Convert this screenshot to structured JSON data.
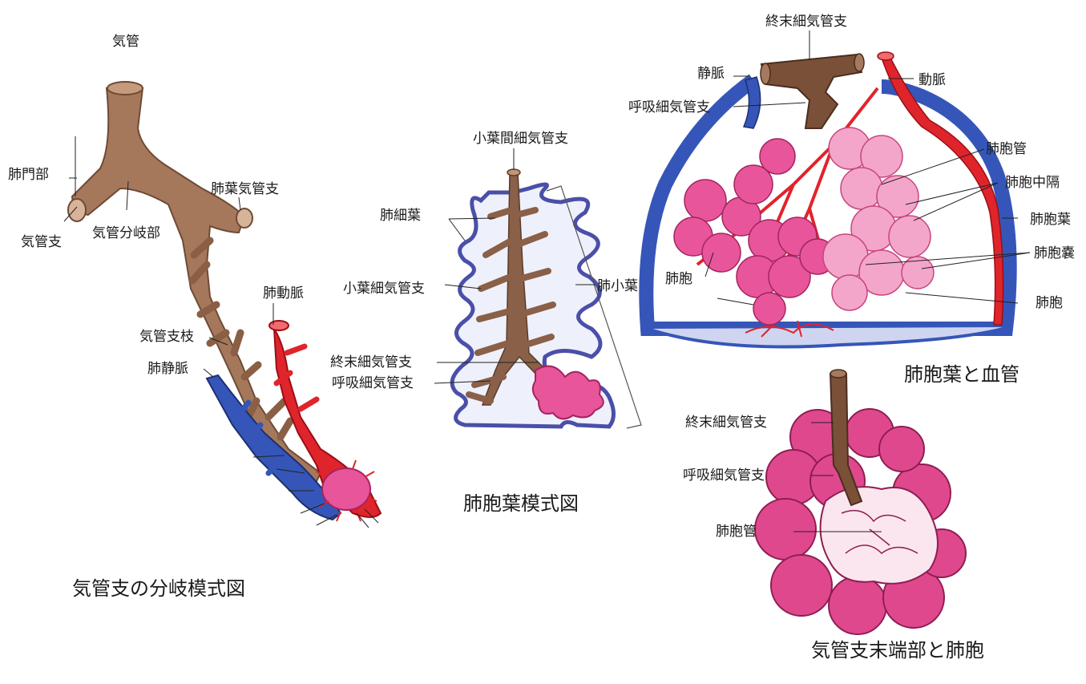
{
  "colors": {
    "bronchus": "#a5785c",
    "bronchus_dark": "#6e4a35",
    "vein": "#3556b8",
    "artery": "#e0242c",
    "alveolus": "#e8559a",
    "alveolus_light": "#f3a6c9",
    "lobule_outline": "#4a4fa8"
  },
  "figure1": {
    "caption": "気管支の分岐模式図",
    "labels": {
      "trachea": "気管",
      "hilum": "肺門部",
      "bronchus": "気管支",
      "bifurcation": "気管分岐部",
      "lobar_bronchus": "肺葉気管支",
      "pulmonary_artery": "肺動脈",
      "bronchial_branch": "気管支枝",
      "pulmonary_vein": "肺静脈"
    }
  },
  "figure2": {
    "caption": "肺胞葉模式図",
    "labels": {
      "interlobular_bronchiole": "小葉間細気管支",
      "pulmonary_lobule_small": "肺細葉",
      "lobular_bronchiole": "小葉細気管支",
      "lung_lobule": "肺小葉",
      "terminal_bronchiole": "終末細気管支",
      "respiratory_bronchiole": "呼吸細気管支"
    }
  },
  "figure3": {
    "caption": "肺胞葉と血管",
    "labels": {
      "terminal_bronchiole": "終末細気管支",
      "vein": "静脈",
      "artery": "動脈",
      "respiratory_bronchiole": "呼吸細気管支",
      "alveolar_duct": "肺胞管",
      "alveolar_septum": "肺胞中隔",
      "alveolar_lobule": "肺胞葉",
      "alveolar_sac": "肺胞嚢",
      "alveolus_left": "肺胞",
      "alveolus_right": "肺胞"
    }
  },
  "figure4": {
    "caption": "気管支末端部と肺胞",
    "labels": {
      "terminal_bronchiole": "終末細気管支",
      "respiratory_bronchiole": "呼吸細気管支",
      "alveolar_duct": "肺胞管"
    }
  }
}
